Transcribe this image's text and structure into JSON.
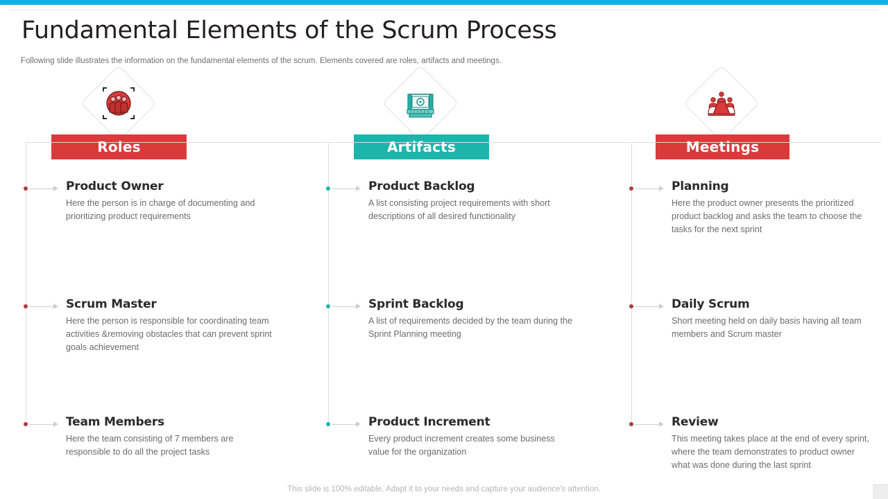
{
  "slide": {
    "title": "Fundamental Elements of the Scrum Process",
    "subtitle": "Following slide illustrates the information on the fundamental  elements of the scrum. Elements covered are roles, artifacts and meetings.",
    "footer_note": "This slide is 100% editable. Adapt it to your needs and capture your audience's attention.",
    "accent_bar_color": "#12b0e8"
  },
  "columns": [
    {
      "key": "roles",
      "label": "Roles",
      "color": "#da3a3a",
      "icon": "team-people-icon",
      "items": [
        {
          "title": "Product Owner",
          "desc": "Here the person is in charge of documenting and prioritizing product requirements"
        },
        {
          "title": "Scrum Master",
          "desc": "Here the person is responsible for coordinating team activities &removing obstacles that can prevent sprint goals achievement"
        },
        {
          "title": "Team Members",
          "desc": "Here the team consisting of 7 members are responsible to do all the project tasks"
        }
      ]
    },
    {
      "key": "artifacts",
      "label": "Artifacts",
      "color": "#1cb5ab",
      "icon": "document-artifact-icon",
      "items": [
        {
          "title": "Product Backlog",
          "desc": "A list consisting project requirements with short descriptions of all desired functionality"
        },
        {
          "title": "Sprint Backlog",
          "desc": "A list of requirements decided by the team during the Sprint Planning meeting"
        },
        {
          "title": "Product Increment",
          "desc": " Every product increment creates some business value for the organization"
        }
      ]
    },
    {
      "key": "meetings",
      "label": "Meetings",
      "color": "#da3a3a",
      "icon": "meeting-table-icon",
      "items": [
        {
          "title": "Planning",
          "desc": "Here the product owner presents the prioritized product backlog and asks the team to choose the tasks for the next sprint"
        },
        {
          "title": "Daily Scrum",
          "desc": "Short meeting held on daily basis having all team members and Scrum master"
        },
        {
          "title": "Review",
          "desc": "This meeting takes place at the end of every sprint, where the team demonstrates to product owner what was done during the last sprint"
        }
      ]
    }
  ]
}
